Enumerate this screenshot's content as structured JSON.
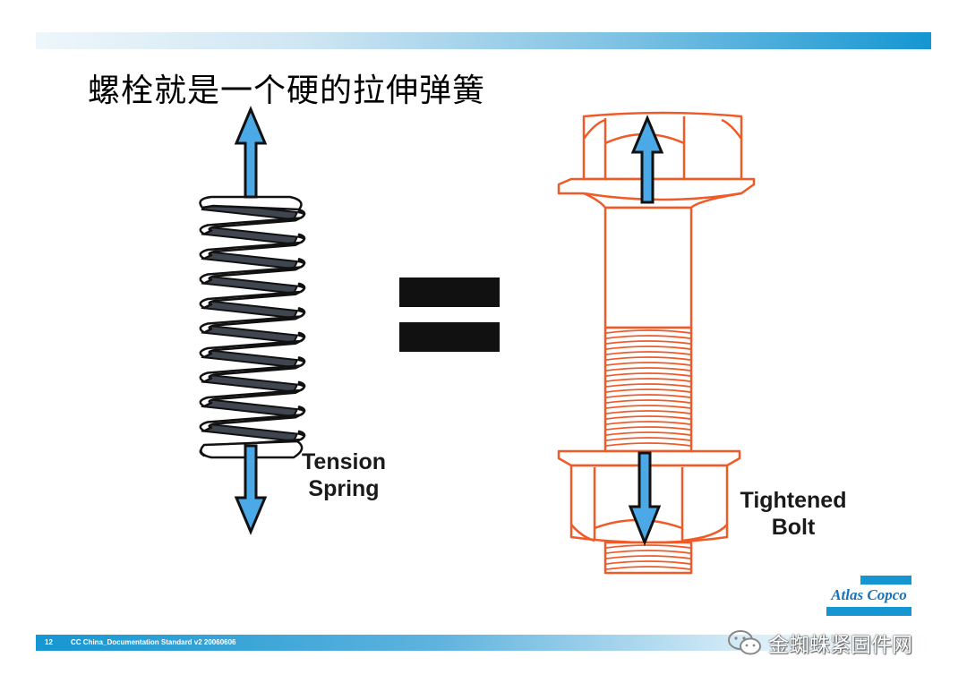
{
  "slide": {
    "title": "螺栓就是一个硬的拉伸弹簧"
  },
  "labels": {
    "spring_line1": "Tension",
    "spring_line2": "Spring",
    "bolt_line1": "Tightened",
    "bolt_line2": "Bolt"
  },
  "logo": {
    "text": "Atlas Copco"
  },
  "footer": {
    "page_number": "12",
    "doc_title": "CC China_Documentation Standard v2 20060606"
  },
  "watermark": {
    "text": "金蜘蛛紧固件网",
    "icon": "wechat-icon"
  },
  "colors": {
    "accent_blue": "#1596d2",
    "arrow_blue": "#4aa9e6",
    "bolt_orange": "#f05a28",
    "spring_dark": "#3f4650"
  }
}
